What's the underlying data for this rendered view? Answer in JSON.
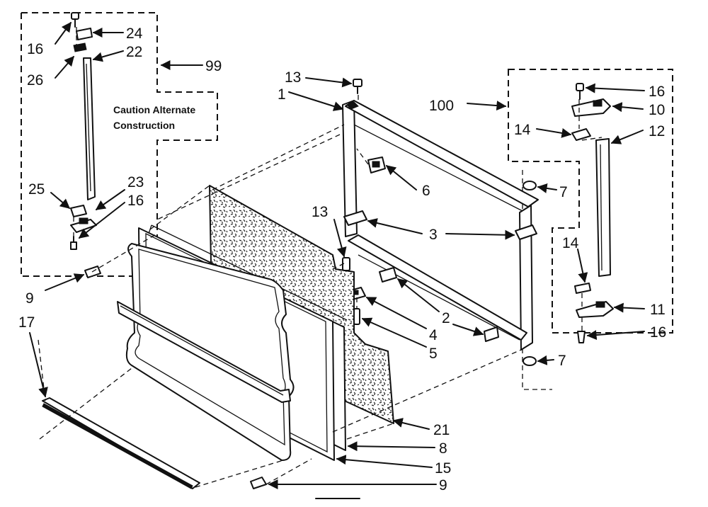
{
  "caution_note": {
    "line1": "Caution Alternate",
    "line2": "Construction"
  },
  "callouts": {
    "c16_top_left": "16",
    "c24": "24",
    "c22": "22",
    "c26": "26",
    "c99": "99",
    "c25": "25",
    "c23": "23",
    "c16_mid_left": "16",
    "c9_left": "9",
    "c17": "17",
    "c13_top": "13",
    "c1": "1",
    "c6": "6",
    "c13_mid": "13",
    "c3": "3",
    "c2": "2",
    "c4": "4",
    "c5": "5",
    "c100": "100",
    "c16_top_right": "16",
    "c10": "10",
    "c14_top": "14",
    "c12": "12",
    "c7_top": "7",
    "c14_bottom": "14",
    "c11": "11",
    "c16_bottom_right": "16",
    "c7_bottom": "7",
    "c21": "21",
    "c8": "8",
    "c15": "15",
    "c9_bottom": "9"
  }
}
